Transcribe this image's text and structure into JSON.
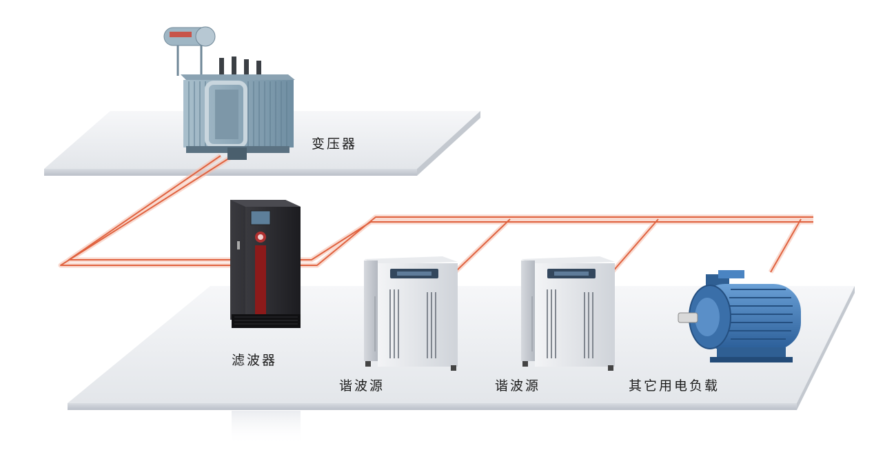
{
  "labels": {
    "transformer": "变压器",
    "filter": "滤波器",
    "harmonic_source_1": "谐波源",
    "harmonic_source_2": "谐波源",
    "other_load": "其它用电负载"
  },
  "colors": {
    "cable": "#e0623f",
    "cable_glow": "#f6c2b2",
    "platform_top": "#eef0f3",
    "platform_edge": "#c9ced6",
    "filter_cabinet": "#2b2b2f",
    "filter_stripe": "#8c1a1a",
    "harmonic_cabinet": "#e4e6ea",
    "transformer_body": "#8fa8b8",
    "motor_body": "#3f78b8"
  },
  "icons": {
    "transformer": "transformer-icon",
    "filter": "filter-cabinet-icon",
    "harmonic_source": "harmonic-cabinet-icon",
    "motor": "motor-icon"
  }
}
